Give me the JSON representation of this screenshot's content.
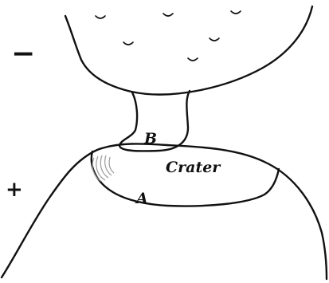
{
  "diagram": {
    "negative_sign": "−",
    "positive_sign": "+",
    "label_a": "A",
    "label_b": "B",
    "label_crater": "Crater"
  }
}
